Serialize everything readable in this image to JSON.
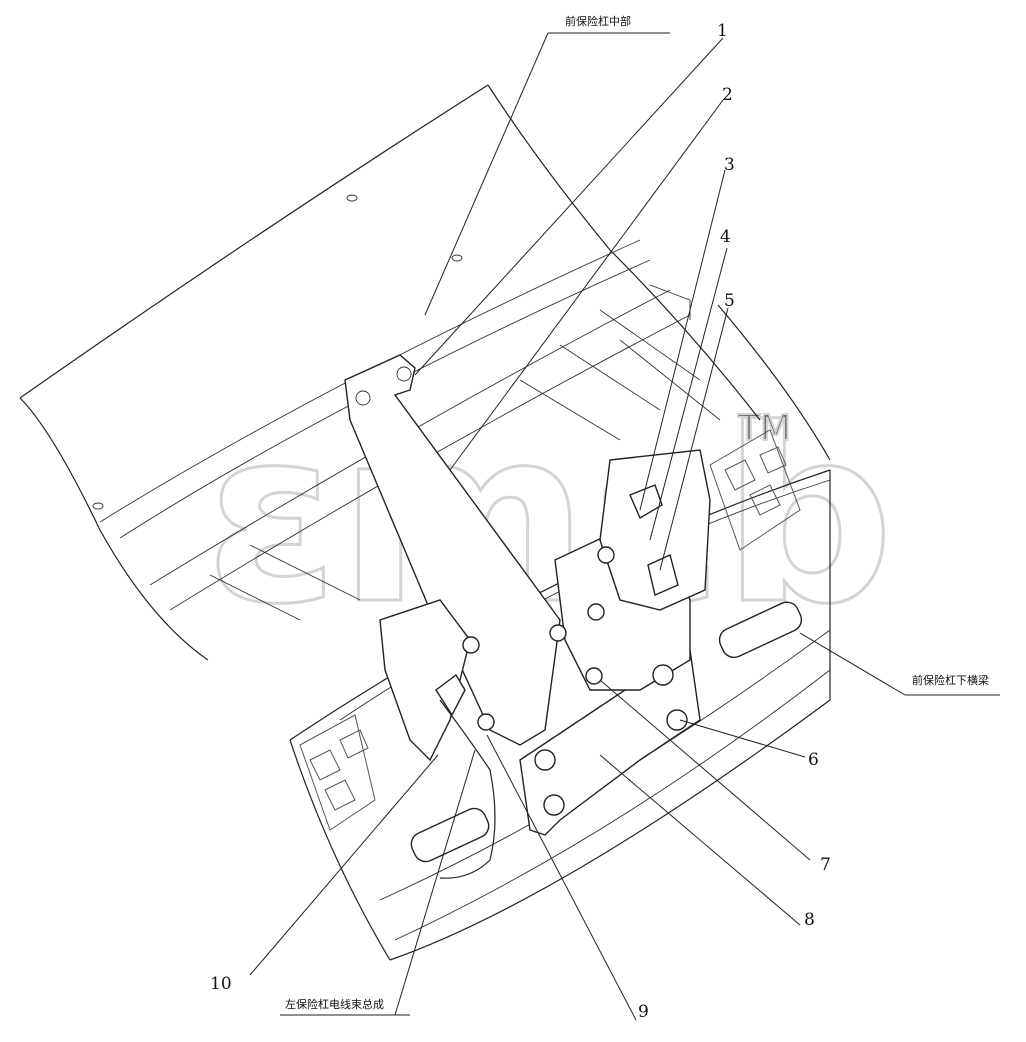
{
  "labels": {
    "front_bumper_middle": "前保险杠中部",
    "front_bumper_lower_beam": "前保险杠下横梁",
    "left_bumper_harness": "左保险杠电线束总成"
  },
  "callouts": [
    "1",
    "2",
    "3",
    "4",
    "5",
    "6",
    "7",
    "8",
    "9",
    "10"
  ],
  "watermark": "ɛmɛb",
  "trademark": "TM"
}
